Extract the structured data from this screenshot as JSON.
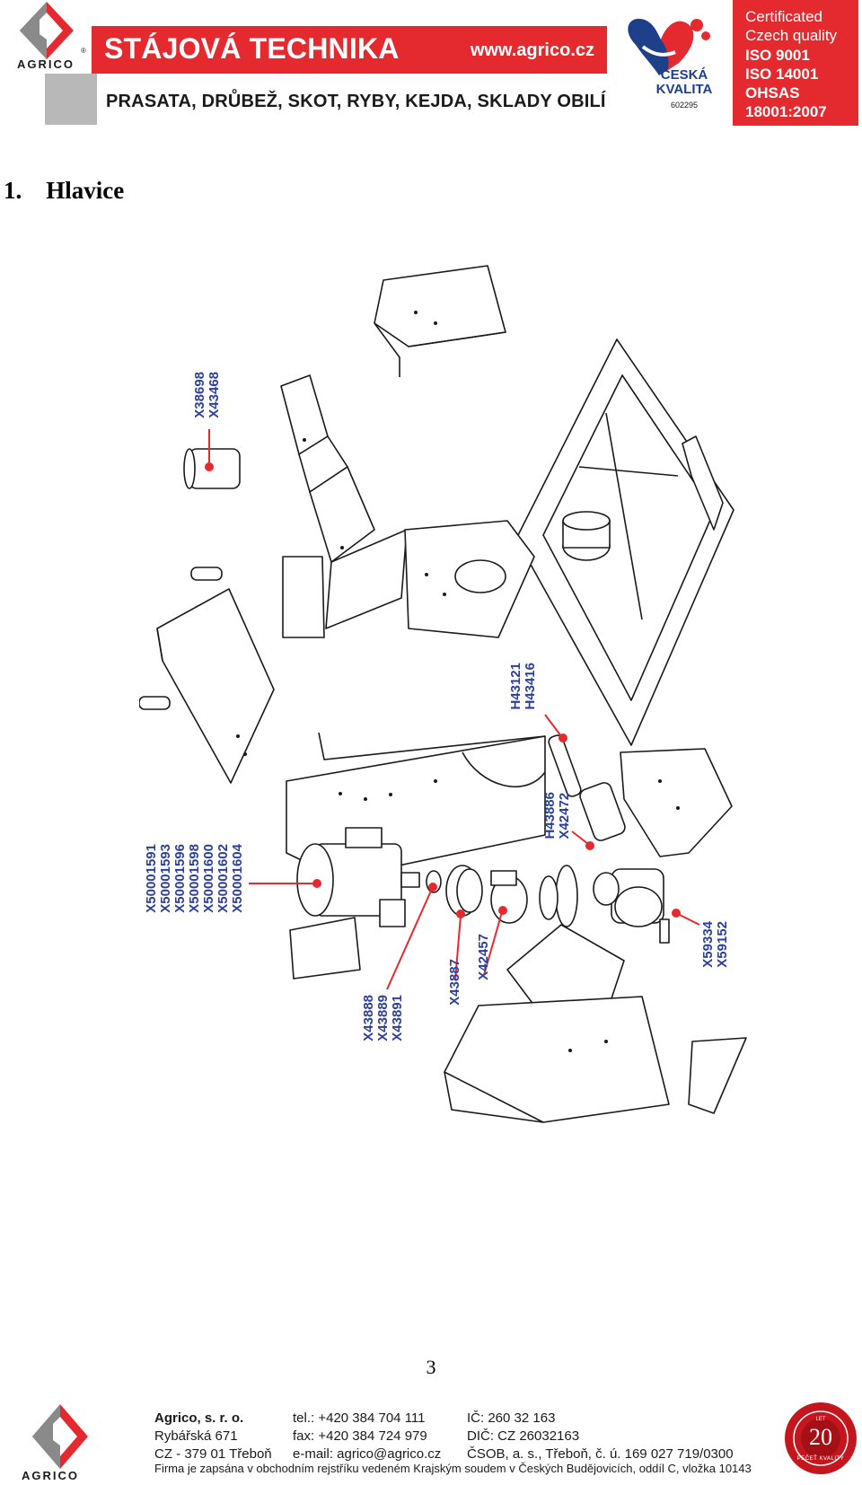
{
  "header": {
    "logo_text": "AGRICO",
    "registered_mark": "®",
    "title": "STÁJOVÁ TECHNIKA",
    "website": "www.agrico.cz",
    "subtitle": "PRASATA, DRŮBEŽ, SKOT, RYBY, KEJDA, SKLADY OBILÍ",
    "ceska_kvalita": {
      "line1": "ČESKÁ",
      "line2": "KVALITA",
      "number": "602295"
    },
    "certificates": [
      "Certificated",
      "Czech quality",
      "ISO 9001",
      "ISO 14001",
      "OHSAS",
      "18001:2007"
    ]
  },
  "section": {
    "heading": "1.    Hlavice"
  },
  "part_labels": [
    {
      "id": "lbl-a",
      "text": [
        "X38698",
        "X43468"
      ]
    },
    {
      "id": "lbl-b",
      "text": [
        "H43121",
        "H43416"
      ]
    },
    {
      "id": "lbl-c",
      "text": [
        "H43886",
        "X42472"
      ]
    },
    {
      "id": "lbl-d",
      "text": [
        "X50001591",
        "X50001593",
        "X50001596",
        "X50001598",
        "X50001600",
        "X50001602",
        "X50001604"
      ]
    },
    {
      "id": "lbl-e",
      "text": [
        "X59334",
        "X59152"
      ]
    },
    {
      "id": "lbl-f",
      "text": [
        "X43888",
        "X43889",
        "X43891"
      ]
    },
    {
      "id": "lbl-g",
      "text": [
        "X43887"
      ]
    },
    {
      "id": "lbl-h",
      "text": [
        "X42457"
      ]
    }
  ],
  "page_number": "3",
  "footer": {
    "logo_text": "AGRICO",
    "col1": [
      "Agrico, s. r. o.",
      "Rybářská 671",
      "CZ - 379 01 Třeboň"
    ],
    "col2": [
      "tel.: +420 384 704 111",
      "fax: +420 384 724 979",
      "e-mail: agrico@agrico.cz"
    ],
    "col3": [
      "IČ: 260 32 163",
      "DIČ: CZ 26032163",
      "ČSOB, a. s., Třeboň, č. ú. 169 027 719/0300"
    ],
    "note": "Firma je zapsána v obchodním rejstříku vedeném Krajským soudem v Českých Budějovicích, oddíl C, vložka 10143",
    "seal_text": "PEČEŤ KVALITY",
    "seal_number": "20",
    "seal_small": "LET"
  },
  "colors": {
    "brand_red": "#e52a2f",
    "label_blue": "#2b3f9a",
    "gray_band": "#b8b8b8"
  }
}
